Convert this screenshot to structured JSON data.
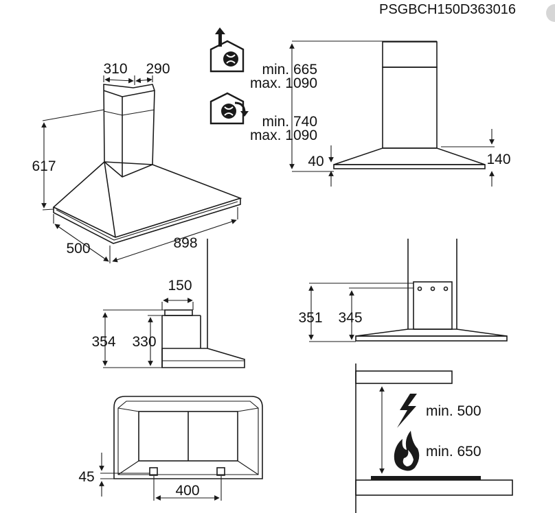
{
  "product_code": "PSGBCH150D363016",
  "hood_view": {
    "chimney_width_1": "310",
    "chimney_width_2": "290",
    "height": "617",
    "depth": "500",
    "width": "898"
  },
  "installation_heights": {
    "extraction_icon": "house-fan-extraction-icon",
    "extraction_min": "min. 665",
    "extraction_max": "max. 1090",
    "recirculation_icon": "house-fan-recirculation-icon",
    "recirculation_min": "min. 740",
    "recirculation_max": "max. 1090",
    "canopy_front_height": "40",
    "canopy_side_height": "140"
  },
  "side_section": {
    "outlet_width": "150",
    "total_height": "354",
    "inner_height": "330"
  },
  "bracket_view": {
    "height_1": "351",
    "height_2": "345"
  },
  "bottom_view": {
    "edge_offset": "45",
    "hole_spacing": "400"
  },
  "hob_clearance": {
    "electric_icon": "lightning-icon",
    "electric_min": "min. 500",
    "gas_icon": "flame-icon",
    "gas_min": "min. 650"
  }
}
